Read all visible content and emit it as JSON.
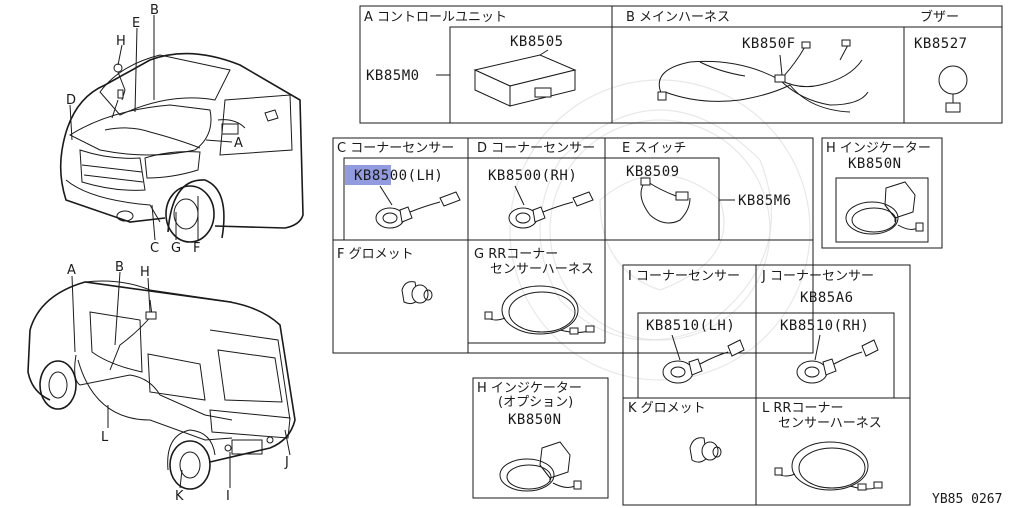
{
  "sections": {
    "a": {
      "title": "A コントロールユニット",
      "set_code": "KB85M0",
      "part_code": "KB8505"
    },
    "b": {
      "title": "B メインハーネス",
      "part_code": "KB850F"
    },
    "buzzer": {
      "title": "ブザー",
      "part_code": "KB8527"
    },
    "c": {
      "title": "C コーナーセンサー",
      "part_code": "KB8500(LH)"
    },
    "d": {
      "title": "D コーナーセンサー",
      "part_code": "KB8500(RH)"
    },
    "e": {
      "title": "E スイッチ",
      "part_code": "KB8509",
      "set_code": "KB85M6"
    },
    "h_top": {
      "title": "H インジケーター",
      "part_code": "KB850N"
    },
    "f": {
      "title": "F グロメット"
    },
    "g": {
      "title": "G RRコーナー",
      "title2": "センサーハーネス"
    },
    "i": {
      "title": "I コーナーセンサー",
      "part_code": "KB8510(LH)"
    },
    "j": {
      "title": "J コーナーセンサー",
      "set_code": "KB85A6",
      "part_code": "KB8510(RH)"
    },
    "k": {
      "title": "K グロメット"
    },
    "l": {
      "title": "L RRコーナー",
      "title2": "センサーハーネス"
    },
    "h_opt": {
      "title": "H インジケーター",
      "title2": "(オプション)",
      "part_code": "KB850N"
    }
  },
  "car_front_labels": [
    "B",
    "E",
    "H",
    "D",
    "A",
    "C",
    "G",
    "F"
  ],
  "car_rear_labels": [
    "A",
    "B",
    "H",
    "L",
    "K",
    "I",
    "J"
  ],
  "diagram_ref": "YB85 0267"
}
